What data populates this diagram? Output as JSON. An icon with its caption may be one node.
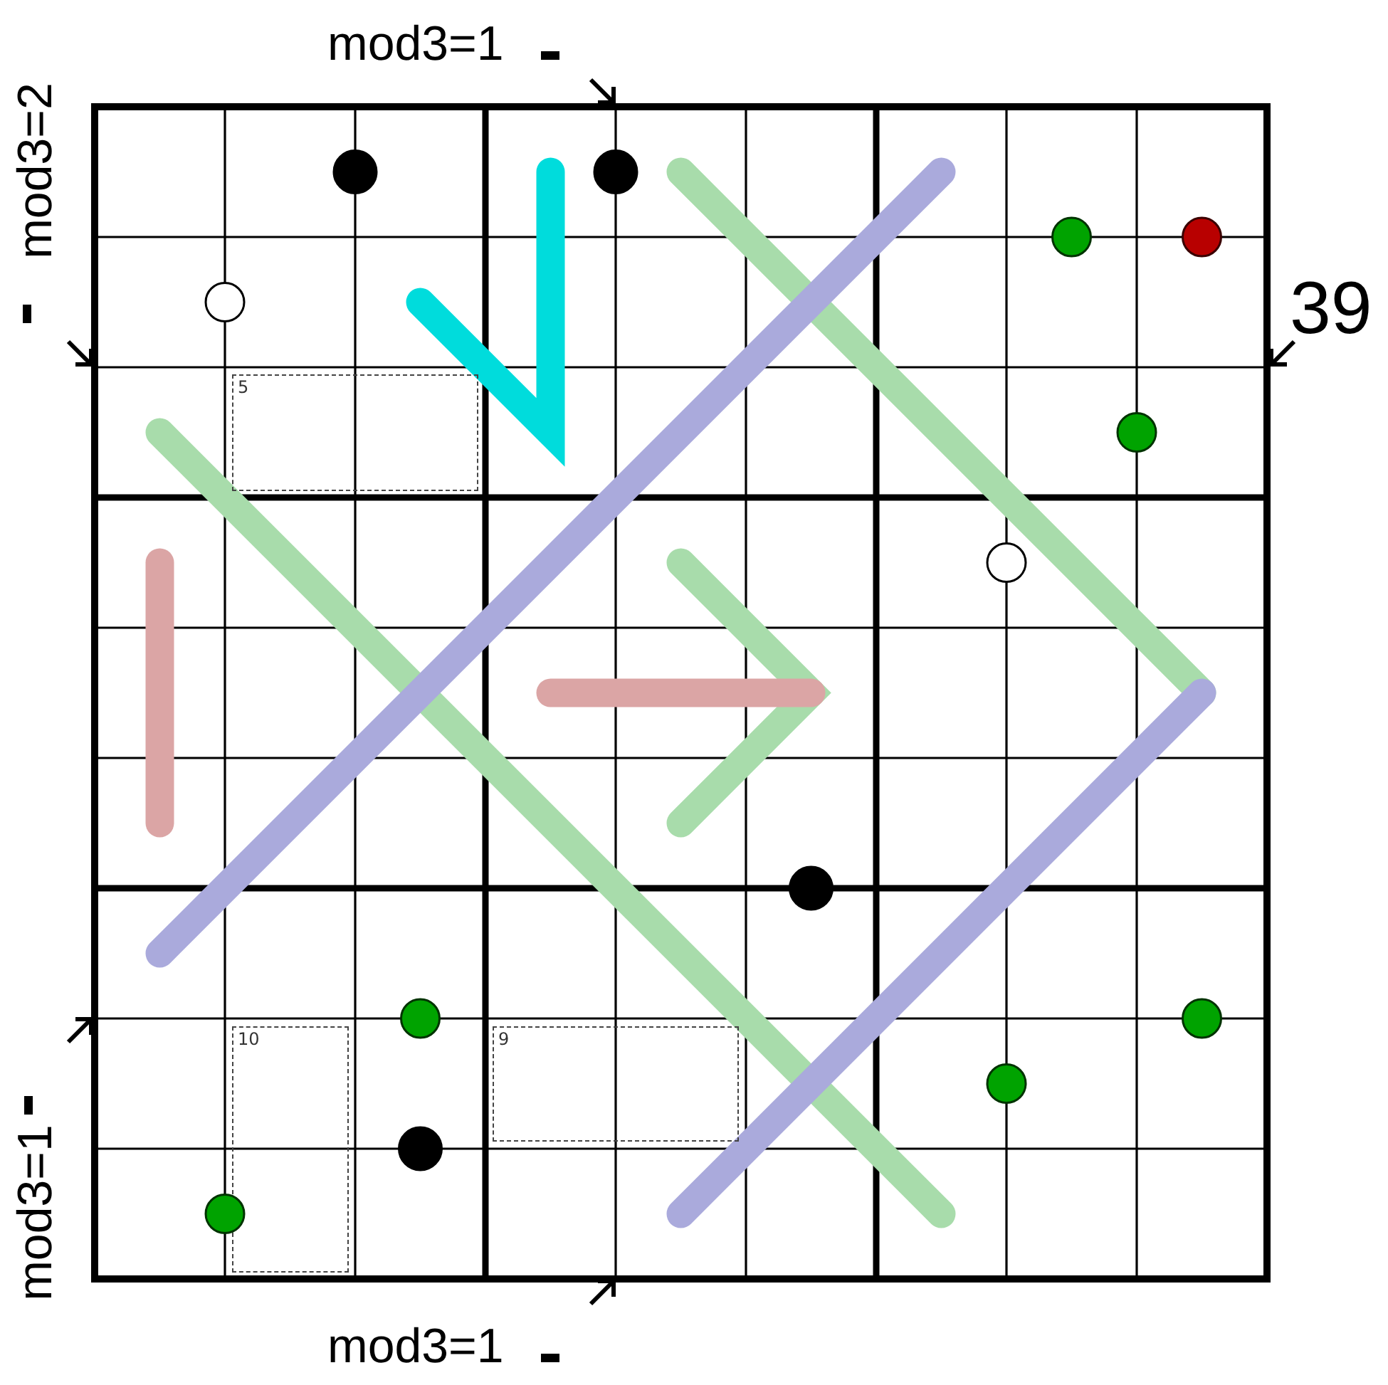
{
  "diagram": {
    "nodes": [
      {
        "text": [
          "5"
        ]
      },
      {
        "text": [
          "10"
        ]
      },
      {
        "text": [
          "9"
        ]
      }
    ],
    "labels": [
      "mod3=1",
      "mod3=2",
      "39",
      "mod3=1",
      "mod3=1"
    ]
  }
}
